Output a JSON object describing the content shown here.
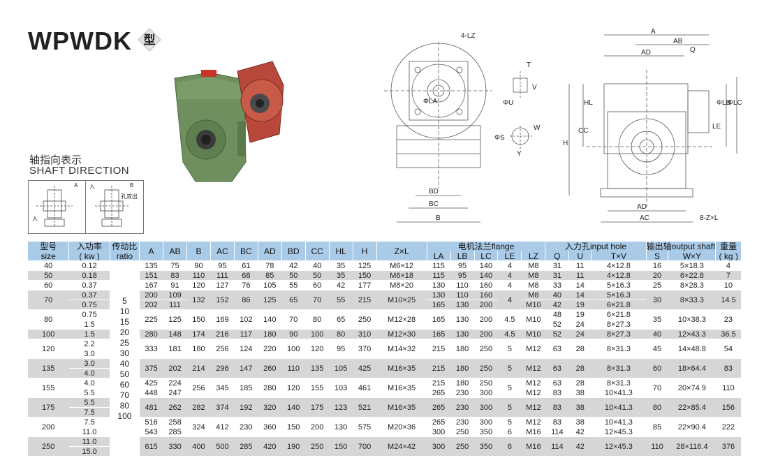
{
  "header": {
    "title_main": "WPWDK",
    "title_suffix": "型"
  },
  "shaft_direction": {
    "label_cn": "轴指向表示",
    "label_en": "SHAFT DIRECTION",
    "diagram_a": {
      "tag": "A",
      "in_label": "入"
    },
    "diagram_b": {
      "tag": "B",
      "in_label": "入",
      "out_label": "孔双出"
    }
  },
  "drawing_labels": {
    "front": [
      "4-LZ",
      "ΦLA",
      "BD",
      "BC",
      "B"
    ],
    "key": [
      "T",
      "V",
      "ΦU",
      "W",
      "ΦS",
      "Y"
    ],
    "side": [
      "A",
      "AB",
      "AD",
      "Q",
      "HL",
      "CC",
      "H",
      "ΦLB",
      "ΦLC",
      "LE",
      "AD",
      "AC",
      "8-Z×L"
    ]
  },
  "colors": {
    "header_bg": "#a9cbe8",
    "row_shade": "#d6d6d6",
    "row_plain": "#ffffff",
    "casing_green": "#6f8f5e",
    "flange_red": "#b8493a"
  },
  "table": {
    "head": {
      "size_cn": "型号",
      "size_en": "size",
      "kw_cn": "入功率",
      "kw_en": "( kw )",
      "ratio_cn": "传动比",
      "ratio_en": "ratio",
      "A": "A",
      "AB": "AB",
      "B": "B",
      "AC": "AC",
      "BC": "BC",
      "AD": "AD",
      "BD": "BD",
      "CC": "CC",
      "HL": "HL",
      "H": "H",
      "ZxL": "Z×L",
      "flange": "电机法兰flange",
      "LA": "LA",
      "LB": "LB",
      "LC": "LC",
      "LE": "LE",
      "LZ": "LZ",
      "input": "入力孔input hole",
      "Q": "Q",
      "U": "U",
      "TxV": "T×V",
      "output": "输出轴output shaft",
      "S": "S",
      "WxY": "W×Y",
      "weight_cn": "重量",
      "weight_en": "( kg )"
    },
    "ratios": [
      "5",
      "10",
      "15",
      "20",
      "25",
      "30",
      "40",
      "50",
      "60",
      "70",
      "80",
      "100"
    ],
    "groups": [
      {
        "size": "40",
        "kw": [
          "0.12"
        ],
        "A": [
          "135"
        ],
        "AB": [
          "75"
        ],
        "B": "90",
        "AC": "95",
        "BC": "61",
        "AD": "78",
        "BD": "42",
        "CC": "40",
        "HL": "35",
        "H": "125",
        "ZL": "M6×12",
        "LA": [
          "115"
        ],
        "LB": [
          "95"
        ],
        "LC": [
          "140"
        ],
        "LE": "4",
        "LZ": [
          "M8"
        ],
        "Q": [
          "31"
        ],
        "U": [
          "11"
        ],
        "TV": [
          "4×12.8"
        ],
        "S": "16",
        "WY": "5×18.3",
        "kg": "4"
      },
      {
        "size": "50",
        "kw": [
          "0.18"
        ],
        "A": [
          "151"
        ],
        "AB": [
          "83"
        ],
        "B": "110",
        "AC": "111",
        "BC": "68",
        "AD": "85",
        "BD": "50",
        "CC": "50",
        "HL": "35",
        "H": "150",
        "ZL": "M6×18",
        "LA": [
          "115"
        ],
        "LB": [
          "95"
        ],
        "LC": [
          "140"
        ],
        "LE": "4",
        "LZ": [
          "M8"
        ],
        "Q": [
          "31"
        ],
        "U": [
          "11"
        ],
        "TV": [
          "4×12.8"
        ],
        "S": "20",
        "WY": "6×22.8",
        "kg": "7"
      },
      {
        "size": "60",
        "kw": [
          "0.37"
        ],
        "A": [
          "167"
        ],
        "AB": [
          "91"
        ],
        "B": "120",
        "AC": "127",
        "BC": "76",
        "AD": "105",
        "BD": "55",
        "CC": "60",
        "HL": "42",
        "H": "177",
        "ZL": "M8×20",
        "LA": [
          "130"
        ],
        "LB": [
          "110"
        ],
        "LC": [
          "160"
        ],
        "LE": "4",
        "LZ": [
          "M8"
        ],
        "Q": [
          "33"
        ],
        "U": [
          "14"
        ],
        "TV": [
          "5×16.3"
        ],
        "S": "25",
        "WY": "8×28.3",
        "kg": "10"
      },
      {
        "size": "70",
        "kw": [
          "0.37",
          "0.75"
        ],
        "A": [
          "200",
          "202"
        ],
        "AB": [
          "109",
          "111"
        ],
        "B": "132",
        "AC": "152",
        "BC": "86",
        "AD": "125",
        "BD": "65",
        "CC": "70",
        "HL": "55",
        "H": "215",
        "ZL": "M10×25",
        "LA": [
          "130",
          "165"
        ],
        "LB": [
          "110",
          "130"
        ],
        "LC": [
          "160",
          "200"
        ],
        "LE": "4",
        "LZ": [
          "M8",
          "M10"
        ],
        "Q": [
          "40",
          "42"
        ],
        "U": [
          "14",
          "19"
        ],
        "TV": [
          "5×16.3",
          "6×21.8"
        ],
        "S": "30",
        "WY": "8×33.3",
        "kg": "14.5"
      },
      {
        "size": "80",
        "kw": [
          "0.75",
          "1.5"
        ],
        "A": [
          "225"
        ],
        "AB": [
          "125"
        ],
        "B": "150",
        "AC": "169",
        "BC": "102",
        "AD": "140",
        "BD": "70",
        "CC": "80",
        "HL": "65",
        "H": "250",
        "ZL": "M12×28",
        "LA": [
          "165"
        ],
        "LB": [
          "130"
        ],
        "LC": [
          "200"
        ],
        "LE": "4.5",
        "LZ": [
          "M10"
        ],
        "Q": [
          "48",
          "52"
        ],
        "U": [
          "19",
          "24"
        ],
        "TV": [
          "6×21.8",
          "8×27.3"
        ],
        "S": "35",
        "WY": "10×38.3",
        "kg": "23"
      },
      {
        "size": "100",
        "kw": [
          "1.5"
        ],
        "A": [
          "280"
        ],
        "AB": [
          "148"
        ],
        "B": "174",
        "AC": "216",
        "BC": "117",
        "AD": "180",
        "BD": "90",
        "CC": "100",
        "HL": "80",
        "H": "310",
        "ZL": "M12×30",
        "LA": [
          "165"
        ],
        "LB": [
          "130"
        ],
        "LC": [
          "200"
        ],
        "LE": "4.5",
        "LZ": [
          "M10"
        ],
        "Q": [
          "52"
        ],
        "U": [
          "24"
        ],
        "TV": [
          "8×27.3"
        ],
        "S": "40",
        "WY": "12×43.3",
        "kg": "36.5"
      },
      {
        "size": "120",
        "kw": [
          "2.2",
          "3.0"
        ],
        "A": [
          "333"
        ],
        "AB": [
          "181"
        ],
        "B": "180",
        "AC": "256",
        "BC": "124",
        "AD": "220",
        "BD": "100",
        "CC": "120",
        "HL": "95",
        "H": "370",
        "ZL": "M14×32",
        "LA": [
          "215"
        ],
        "LB": [
          "180"
        ],
        "LC": [
          "250"
        ],
        "LE": "5",
        "LZ": [
          "M12"
        ],
        "Q": [
          "63"
        ],
        "U": [
          "28"
        ],
        "TV": [
          "8×31.3"
        ],
        "S": "45",
        "WY": "14×48.8",
        "kg": "54"
      },
      {
        "size": "135",
        "kw": [
          "3.0",
          "4.0"
        ],
        "A": [
          "375"
        ],
        "AB": [
          "202"
        ],
        "B": "214",
        "AC": "296",
        "BC": "147",
        "AD": "260",
        "BD": "110",
        "CC": "135",
        "HL": "105",
        "H": "425",
        "ZL": "M16×35",
        "LA": [
          "215"
        ],
        "LB": [
          "180"
        ],
        "LC": [
          "250"
        ],
        "LE": "5",
        "LZ": [
          "M12"
        ],
        "Q": [
          "63"
        ],
        "U": [
          "28"
        ],
        "TV": [
          "8×31.3"
        ],
        "S": "60",
        "WY": "18×64.4",
        "kg": "83"
      },
      {
        "size": "155",
        "kw": [
          "4.0",
          "5.5"
        ],
        "A": [
          "425",
          "448"
        ],
        "AB": [
          "224",
          "247"
        ],
        "B": "256",
        "AC": "345",
        "BC": "185",
        "AD": "280",
        "BD": "120",
        "CC": "155",
        "HL": "103",
        "H": "461",
        "ZL": "M16×35",
        "LA": [
          "215",
          "265"
        ],
        "LB": [
          "180",
          "230"
        ],
        "LC": [
          "250",
          "300"
        ],
        "LE": "5",
        "LZ": [
          "M12",
          "M12"
        ],
        "Q": [
          "63",
          "83"
        ],
        "U": [
          "28",
          "38"
        ],
        "TV": [
          "8×31.3",
          "10×41.3"
        ],
        "S": "70",
        "WY": "20×74.9",
        "kg": "110"
      },
      {
        "size": "175",
        "kw": [
          "5.5",
          "7.5"
        ],
        "A": [
          "481"
        ],
        "AB": [
          "262"
        ],
        "B": "282",
        "AC": "374",
        "BC": "192",
        "AD": "320",
        "BD": "140",
        "CC": "175",
        "HL": "123",
        "H": "521",
        "ZL": "M16×35",
        "LA": [
          "265"
        ],
        "LB": [
          "230"
        ],
        "LC": [
          "300"
        ],
        "LE": "5",
        "LZ": [
          "M12"
        ],
        "Q": [
          "83"
        ],
        "U": [
          "38"
        ],
        "TV": [
          "10×41.3"
        ],
        "S": "80",
        "WY": "22×85.4",
        "kg": "156"
      },
      {
        "size": "200",
        "kw": [
          "7.5",
          "11.0"
        ],
        "A": [
          "516",
          "543"
        ],
        "AB": [
          "258",
          "285"
        ],
        "B": "324",
        "AC": "412",
        "BC": "230",
        "AD": "360",
        "BD": "150",
        "CC": "200",
        "HL": "130",
        "H": "575",
        "ZL": "M20×36",
        "LA": [
          "265",
          "300"
        ],
        "LB": [
          "230",
          "250"
        ],
        "LC": [
          "300",
          "350"
        ],
        "LE": "5",
        "LE2": "6",
        "LZ": [
          "M12",
          "M16"
        ],
        "Q": [
          "83",
          "114"
        ],
        "U": [
          "38",
          "42"
        ],
        "TV": [
          "10×41.3",
          "12×45.3"
        ],
        "S": "85",
        "WY": "22×90.4",
        "kg": "222"
      },
      {
        "size": "250",
        "kw": [
          "11.0",
          "15.0"
        ],
        "A": [
          "615"
        ],
        "AB": [
          "330"
        ],
        "B": "400",
        "AC": "500",
        "BC": "285",
        "AD": "420",
        "BD": "190",
        "CC": "250",
        "HL": "150",
        "H": "700",
        "ZL": "M24×42",
        "LA": [
          "300"
        ],
        "LB": [
          "250"
        ],
        "LC": [
          "350"
        ],
        "LE": "6",
        "LZ": [
          "M16"
        ],
        "Q": [
          "114"
        ],
        "U": [
          "42"
        ],
        "TV": [
          "12×45.3"
        ],
        "S": "110",
        "WY": "28×116.4",
        "kg": "376"
      }
    ]
  }
}
